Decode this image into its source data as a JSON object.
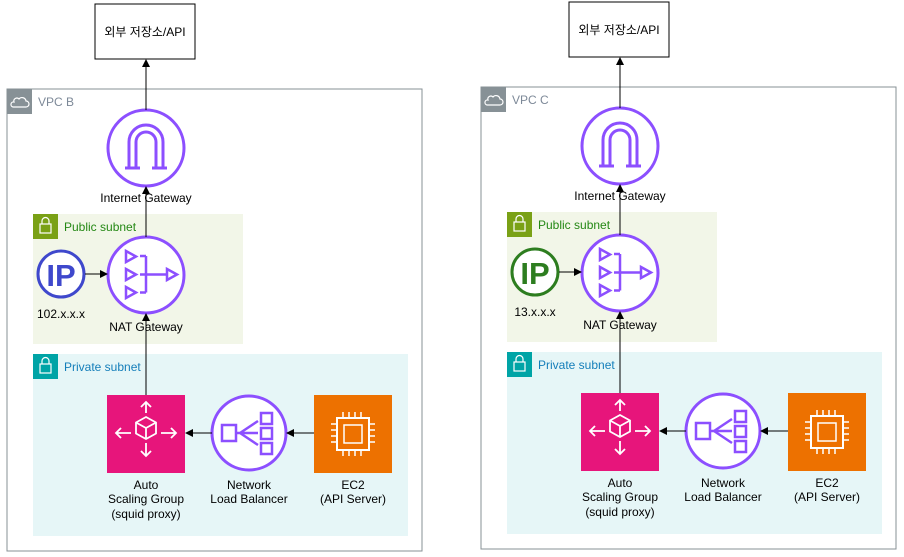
{
  "diagrams": [
    {
      "external": "외부 저장소/API",
      "vpc": "VPC B",
      "igw": "Internet Gateway",
      "public_subnet": "Public subnet",
      "ip_label": "IP",
      "ip_address": "102.x.x.x",
      "ip_color": "#3f48cc",
      "nat": "NAT Gateway",
      "private_subnet": "Private subnet",
      "asg": [
        "Auto",
        "Scaling Group",
        "(squid proxy)"
      ],
      "nlb": [
        "Network",
        "Load Balancer"
      ],
      "ec2": [
        "EC2",
        "(API Server)"
      ]
    },
    {
      "external": "외부 저장소/API",
      "vpc": "VPC C",
      "igw": "Internet Gateway",
      "public_subnet": "Public subnet",
      "ip_label": "IP",
      "ip_address": "13.x.x.x",
      "ip_color": "#2d7d1f",
      "nat": "NAT Gateway",
      "private_subnet": "Private subnet",
      "asg": [
        "Auto",
        "Scaling Group",
        "(squid proxy)"
      ],
      "nlb": [
        "Network",
        "Load Balancer"
      ],
      "ec2": [
        "EC2",
        "(API Server)"
      ]
    }
  ],
  "colors": {
    "purple": "#8c4fff",
    "asg_fill": "#e7157b",
    "ec2_fill": "#ed7100",
    "public_bg": "#f2f6e8",
    "private_bg": "#e6f6f7",
    "public_accent": "#7aa116",
    "private_accent": "#00a4a6",
    "vpc_border": "#879196"
  }
}
